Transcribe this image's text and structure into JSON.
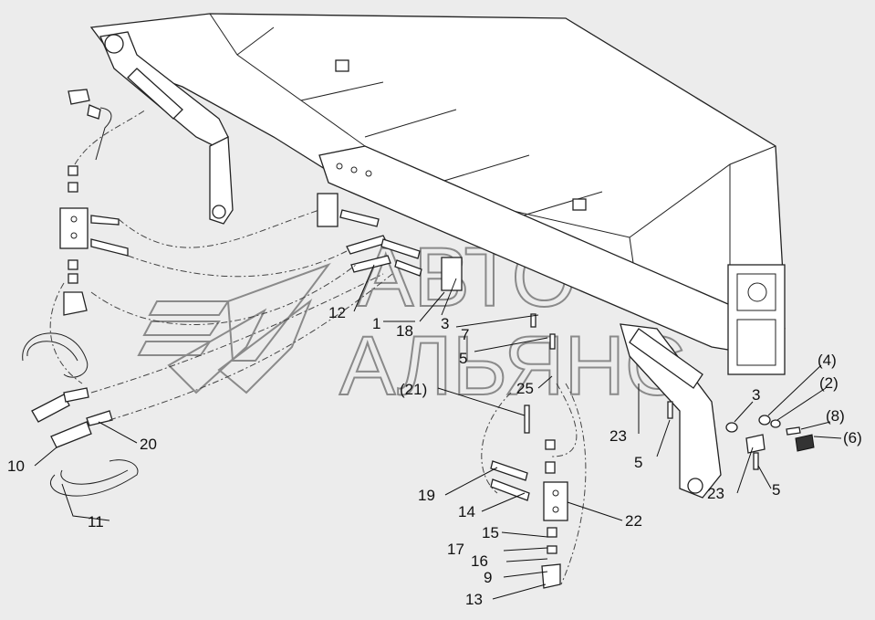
{
  "watermark": {
    "line1": "АВТО",
    "line2": "АЛЬЯНС"
  },
  "callouts": [
    {
      "id": "c12",
      "text": "12"
    },
    {
      "id": "c1",
      "text": "1"
    },
    {
      "id": "c18",
      "text": "18"
    },
    {
      "id": "c3a",
      "text": "3"
    },
    {
      "id": "c7",
      "text": "7"
    },
    {
      "id": "c5a",
      "text": "5"
    },
    {
      "id": "c21",
      "text": "(21)"
    },
    {
      "id": "c25",
      "text": "25"
    },
    {
      "id": "c23a",
      "text": "23"
    },
    {
      "id": "c5b",
      "text": "5"
    },
    {
      "id": "c3b",
      "text": "3"
    },
    {
      "id": "c4",
      "text": "(4)"
    },
    {
      "id": "c2",
      "text": "(2)"
    },
    {
      "id": "c8",
      "text": "(8)"
    },
    {
      "id": "c6",
      "text": "(6)"
    },
    {
      "id": "c23b",
      "text": "23"
    },
    {
      "id": "c5c",
      "text": "5"
    },
    {
      "id": "c20",
      "text": "20"
    },
    {
      "id": "c10",
      "text": "10"
    },
    {
      "id": "c11",
      "text": "11"
    },
    {
      "id": "c19",
      "text": "19"
    },
    {
      "id": "c14",
      "text": "14"
    },
    {
      "id": "c22",
      "text": "22"
    },
    {
      "id": "c15",
      "text": "15"
    },
    {
      "id": "c17",
      "text": "17"
    },
    {
      "id": "c16",
      "text": "16"
    },
    {
      "id": "c9",
      "text": "9"
    },
    {
      "id": "c13",
      "text": "13"
    }
  ]
}
